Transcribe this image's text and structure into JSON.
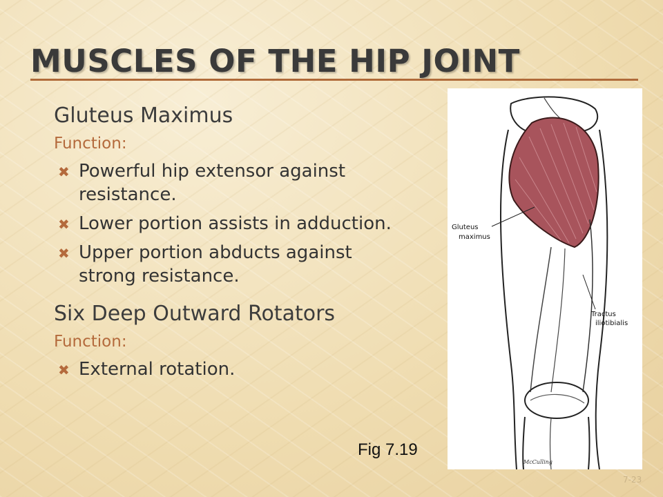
{
  "slide": {
    "title": "MUSCLES OF THE HIP JOINT",
    "sections": [
      {
        "heading": "Gluteus Maximus",
        "function_label": "Function:",
        "bullets": [
          "Powerful hip extensor against resistance.",
          "Lower portion assists in adduction.",
          "Upper portion abducts against strong resistance."
        ]
      },
      {
        "heading": "Six Deep Outward Rotators",
        "function_label": "Function:",
        "bullets": [
          "External rotation."
        ]
      }
    ],
    "figure": {
      "caption": "Fig 7.19",
      "labels": {
        "gluteus_line1": "Gluteus",
        "gluteus_line2": "maximus",
        "tractus_line1": "Tractus",
        "tractus_line2": "iliotibialis",
        "signature": "McCulling"
      }
    },
    "slide_number": "7-23",
    "colors": {
      "background": "#f3e6c4",
      "accent": "#b46a3c",
      "muscle": "#a8545c"
    },
    "bullet_icon": "x-bullet-icon"
  }
}
